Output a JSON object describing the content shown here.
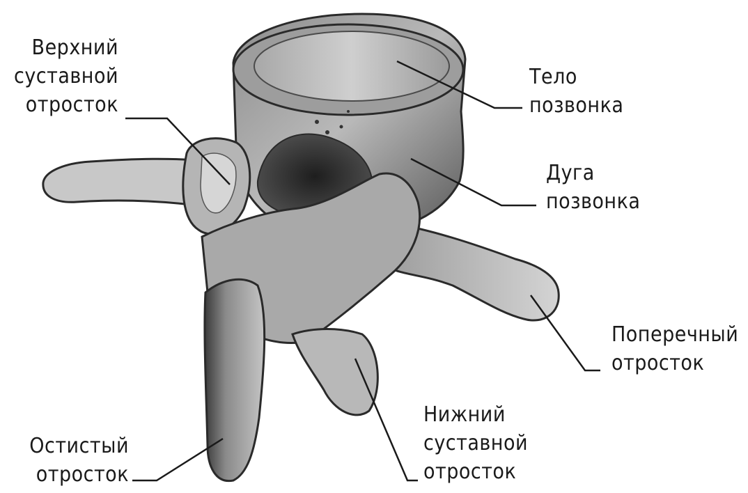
{
  "labels": {
    "superior_articular": [
      "Верхний",
      "суставной",
      "отросток"
    ],
    "vertebral_body": [
      "Тело",
      "позвонка"
    ],
    "vertebral_arch": [
      "Дуга",
      "позвонка"
    ],
    "transverse": [
      "Поперечный",
      "отросток"
    ],
    "inferior_articular": [
      "Нижний",
      "суставной",
      "отросток"
    ],
    "spinous": [
      "Остистый",
      "отросток"
    ]
  },
  "colors": {
    "ink": "#1a1a1a",
    "bone_light": "#d9d9d9",
    "bone_mid": "#9a9a9a",
    "bone_dark": "#3c3c3c"
  }
}
